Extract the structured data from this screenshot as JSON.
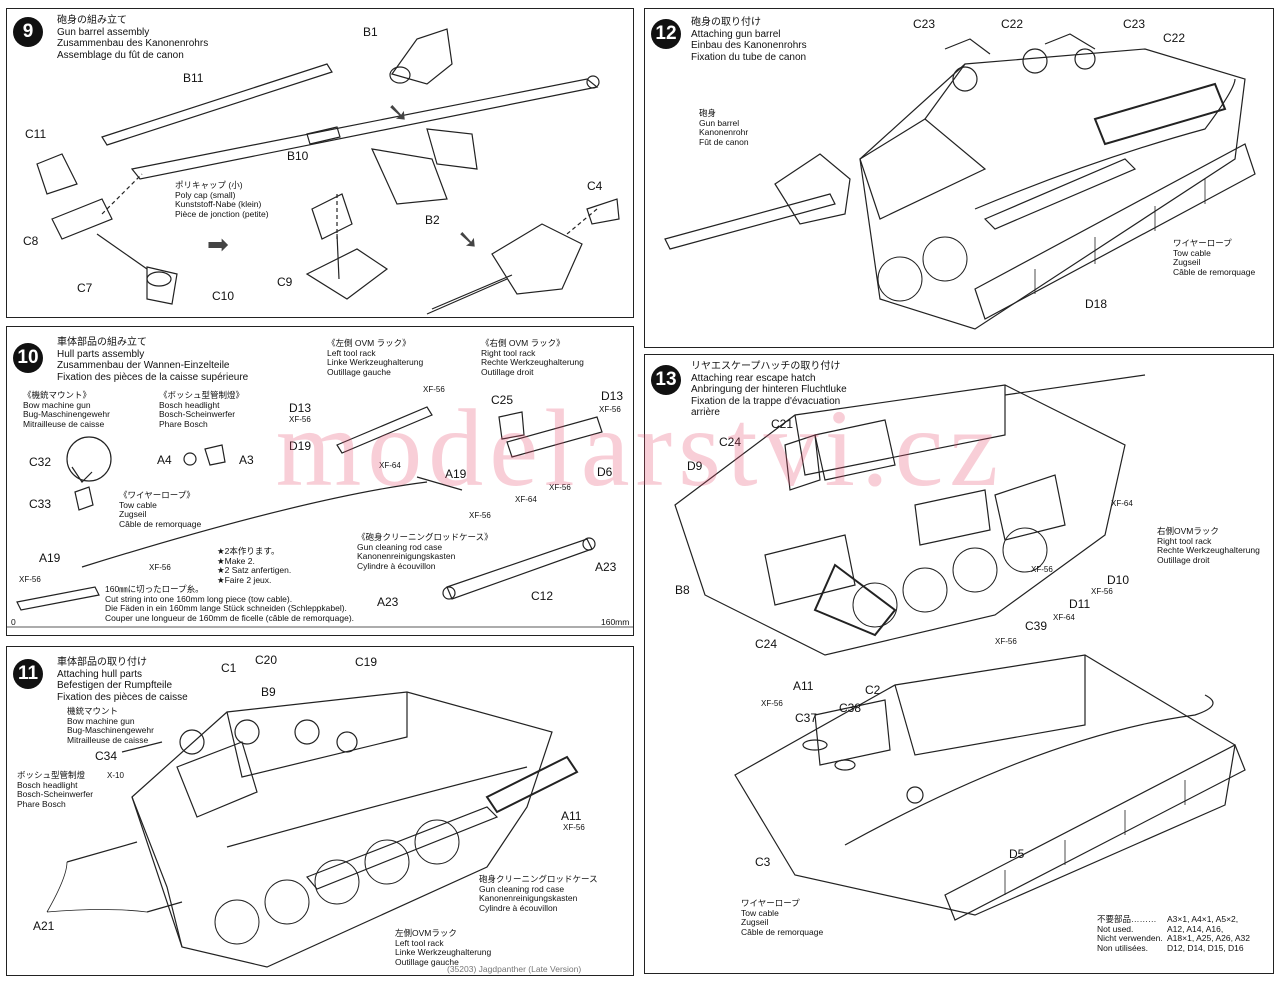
{
  "watermark": "modelarstvi.cz",
  "step9": {
    "number": "9",
    "title": "砲身の組み立て\nGun barrel assembly\nZusammenbau des Kanonenrohrs\nAssemblage du fût de canon",
    "note": "ポリキャップ (小)\nPoly cap (small)\nKunststoff-Nabe (klein)\nPièce de jonction (petite)",
    "parts": [
      "B1",
      "B11",
      "B10",
      "C11",
      "C8",
      "C7",
      "C10",
      "C9",
      "B2",
      "C4"
    ]
  },
  "step10": {
    "number": "10",
    "title": "車体部品の組み立て\nHull parts assembly\nZusammenbau der Wannen-Einzelteile\nFixation des pièces de la caisse supérieure",
    "bow_gun": "《機銃マウント》\nBow machine gun\nBug-Maschinengewehr\nMitrailleuse de caisse",
    "bosch": "《ボッシュ型管制燈》\nBosch headlight\nBosch-Scheinwerfer\nPhare Bosch",
    "left_rack": "《左側 OVM ラック》\nLeft tool rack\nLinke Werkzeughalterung\nOutillage gauche",
    "right_rack": "《右側 OVM ラック》\nRight tool rack\nRechte Werkzeughalterung\nOutillage droit",
    "tow_cable": "《ワイヤーロープ》\nTow cable\nZugseil\nCâble de remorquage",
    "make2": "★2本作ります。\n★Make 2.\n★2 Satz anfertigen.\n★Faire 2 jeux.",
    "cut_note": "160㎜に切ったロープ糸。\nCut string into one 160mm long piece (tow cable).\nDie Fäden in ein 160mm lange Stück schneiden (Schleppkabel).\nCouper une longueur de 160mm de ficelle (câble de remorquage).",
    "rod_case": "《砲身クリーニングロッドケース》\nGun cleaning rod case\nKanonenreinigungskasten\nCylindre à écouvillon",
    "scale_start": "0",
    "scale_end": "160mm",
    "parts": [
      "C32",
      "C33",
      "A4",
      "A3",
      "D13",
      "D19",
      "A19",
      "C25",
      "D13",
      "D6",
      "A19",
      "C12",
      "A23",
      "A23"
    ],
    "paints": [
      "XF-56",
      "XF-56",
      "XF-64",
      "XF-56",
      "XF-64",
      "XF-56",
      "XF-56",
      "XF-56",
      "XF-56"
    ]
  },
  "step11": {
    "number": "11",
    "title": "車体部品の取り付け\nAttaching hull parts\nBefestigen der Rumpfteile\nFixation des pièces de caisse",
    "bow_gun": "機銃マウント\nBow machine gun\nBug-Maschinengewehr\nMitrailleuse de caisse",
    "bosch": "ボッシュ型管制燈\nBosch headlight\nBosch-Scheinwerfer\nPhare Bosch",
    "rod_case": "砲身クリーニングロッドケース\nGun cleaning rod case\nKanonenreinigungskasten\nCylindre à écouvillon",
    "left_rack": "左側OVMラック\nLeft tool rack\nLinke Werkzeughalterung\nOutillage gauche",
    "parts": [
      "C1",
      "C20",
      "C19",
      "B9",
      "C34",
      "A11",
      "A21"
    ],
    "paints": [
      "X-10",
      "XF-56"
    ],
    "footer": "(35203) Jagdpanther (Late Version)"
  },
  "step12": {
    "number": "12",
    "title": "砲身の取り付け\nAttaching gun barrel\nEinbau des Kanonenrohrs\nFixation du tube de canon",
    "barrel": "砲身\nGun barrel\nKanonenrohr\nFût de canon",
    "tow_cable": "ワイヤーロープ\nTow cable\nZugseil\nCâble de remorquage",
    "parts": [
      "C23",
      "C22",
      "C23",
      "C22",
      "D18"
    ]
  },
  "step13": {
    "number": "13",
    "title": "リヤエスケープハッチの取り付け\nAttaching rear escape hatch\nAnbringung der hinteren Fluchtluke\nFixation de la trappe d'évacuation\narrière",
    "right_rack": "右側OVMラック\nRight tool rack\nRechte Werkzeughalterung\nOutillage droit",
    "tow_cable": "ワイヤーロープ\nTow cable\nZugseil\nCâble de remorquage",
    "unused_label": "不要部品………\nNot used.\nNicht verwenden.\nNon utilisées.",
    "unused_parts": "A3×1, A4×1, A5×2,\nA12, A14, A16,\nA18×1, A25, A26, A32\nD12, D14, D15, D16",
    "parts": [
      "C24",
      "C21",
      "D9",
      "B8",
      "C24",
      "D10",
      "D11",
      "C39",
      "A11",
      "C2",
      "C37",
      "C38",
      "C3",
      "D5"
    ],
    "paints": [
      "XF-64",
      "XF-56",
      "XF-64",
      "XF-56",
      "XF-56",
      "XF-56"
    ]
  }
}
